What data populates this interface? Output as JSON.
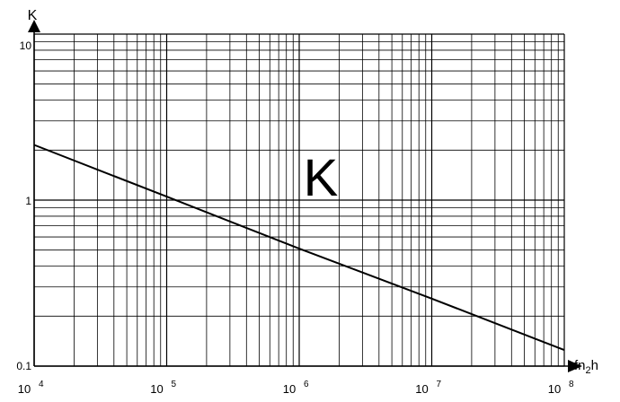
{
  "chart_data": {
    "type": "line",
    "title": "",
    "xlabel": "fn",
    "xlabel_sub": "2",
    "xlabel_suffix": "h",
    "ylabel": "K",
    "xscale": "log",
    "yscale": "log",
    "xlim": [
      10000,
      100000000
    ],
    "ylim": [
      0.1,
      10
    ],
    "grid": true,
    "annotation": "K",
    "x_ticks": [
      {
        "base": "10",
        "exp": "4"
      },
      {
        "base": "10",
        "exp": "5"
      },
      {
        "base": "10",
        "exp": "6"
      },
      {
        "base": "10",
        "exp": "7"
      },
      {
        "base": "10",
        "exp": "8"
      }
    ],
    "y_ticks": [
      "0.1",
      "1",
      "10"
    ],
    "series": [
      {
        "x": [
          10000,
          100000,
          1000000,
          10000000,
          100000000
        ],
        "y": [
          2.15,
          1.05,
          0.51,
          0.255,
          0.125
        ]
      }
    ]
  }
}
